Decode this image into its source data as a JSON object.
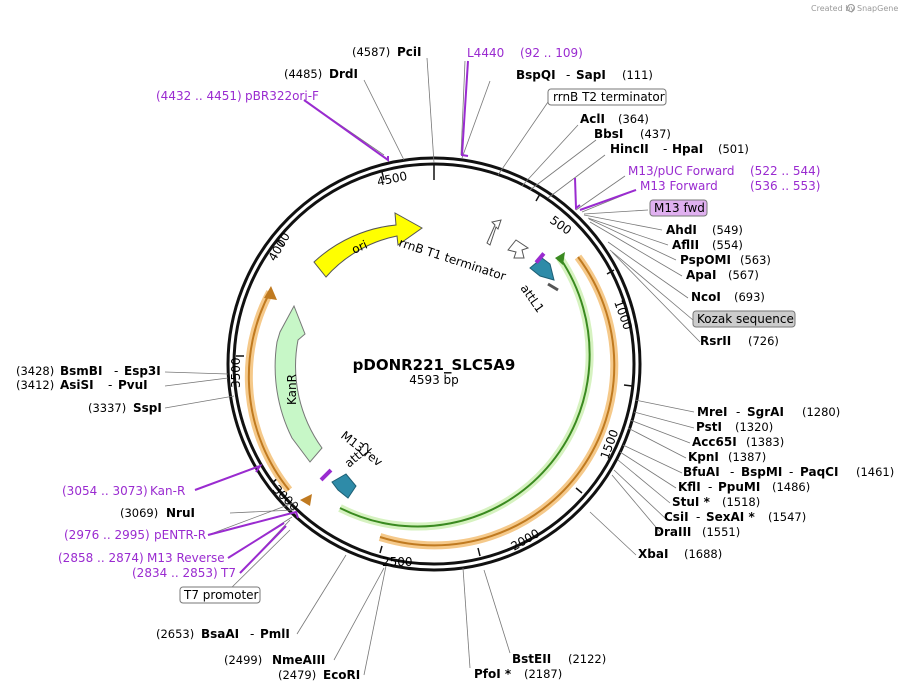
{
  "credit": "Created by",
  "credit_brand": "SnapGene",
  "plasmid": {
    "name": "pDONR221_SLC5A9",
    "size_label": "4593 bp"
  },
  "ticks": [
    "500",
    "1000",
    "1500",
    "2000",
    "2500",
    "3000",
    "3500",
    "4000",
    "4500"
  ],
  "features": {
    "ori": "ori",
    "kanr": "KanR",
    "rrnb_t1": "rrnB T1 terminator",
    "attl1": "attL1",
    "attl2": "attL2",
    "m13rev": "M13 rev"
  },
  "boxed": {
    "rrnb_t2": "rrnB T2 terminator",
    "m13fwd": "M13 fwd",
    "kozak": "Kozak sequence",
    "t7prom": "T7 promoter"
  },
  "sites": {
    "pcii": {
      "name": "PciI",
      "pos": "(4587)"
    },
    "drdi": {
      "name": "DrdI",
      "pos": "(4485)"
    },
    "bspqi": {
      "name": "BspQI",
      "name2": "SapI",
      "pos": "(111)"
    },
    "acli": {
      "name": "AclI",
      "pos": "(364)"
    },
    "bbsi": {
      "name": "BbsI",
      "pos": "(437)"
    },
    "hincii": {
      "name": "HincII",
      "name2": "HpaI",
      "pos": "(501)"
    },
    "ahdi": {
      "name": "AhdI",
      "pos": "(549)"
    },
    "aflii": {
      "name": "AflII",
      "pos": "(554)"
    },
    "pspomi": {
      "name": "PspOMI",
      "pos": "(563)"
    },
    "apai": {
      "name": "ApaI",
      "pos": "(567)"
    },
    "ncoi": {
      "name": "NcoI",
      "pos": "(693)"
    },
    "rsrii": {
      "name": "RsrII",
      "pos": "(726)"
    },
    "mrei": {
      "name": "MreI",
      "name2": "SgrAI",
      "pos": "(1280)"
    },
    "psti": {
      "name": "PstI",
      "pos": "(1320)"
    },
    "acc65i": {
      "name": "Acc65I",
      "pos": "(1383)"
    },
    "kpni": {
      "name": "KpnI",
      "pos": "(1387)"
    },
    "bfuai": {
      "name": "BfuAI",
      "name2": "BspMI",
      "name3": "PaqCI",
      "pos": "(1461)"
    },
    "kfli": {
      "name": "KflI",
      "name2": "PpuMI",
      "pos": "(1486)"
    },
    "stui": {
      "name": "StuI *",
      "pos": "(1518)"
    },
    "csii": {
      "name": "CsiI",
      "name2": "SexAI *",
      "pos": "(1547)"
    },
    "draiii": {
      "name": "DraIII",
      "pos": "(1551)"
    },
    "xbai": {
      "name": "XbaI",
      "pos": "(1688)"
    },
    "bsteii": {
      "name": "BstEII",
      "pos": "(2122)"
    },
    "pfoi": {
      "name": "PfoI *",
      "pos": "(2187)"
    },
    "ecori": {
      "name": "EcoRI",
      "pos": "(2479)"
    },
    "nmeaiii": {
      "name": "NmeAIII",
      "pos": "(2499)"
    },
    "bsaai": {
      "name": "BsaAI",
      "name2": "PmlI",
      "pos": "(2653)"
    },
    "nrui": {
      "name": "NruI",
      "pos": "(3069)"
    },
    "sspi": {
      "name": "SspI",
      "pos": "(3337)"
    },
    "asisi": {
      "name": "AsiSI",
      "name2": "PvuI",
      "pos": "(3412)"
    },
    "bsmbi": {
      "name": "BsmBI",
      "name2": "Esp3I",
      "pos": "(3428)"
    }
  },
  "primers": {
    "l4440": {
      "name": "L4440",
      "pos": "(92 .. 109)"
    },
    "pbr322": {
      "name": "pBR322ori-F",
      "pos": "(4432 .. 4451)"
    },
    "m13puc": {
      "name": "M13/pUC Forward",
      "pos": "(522 .. 544)"
    },
    "m13fwd": {
      "name": "M13 Forward",
      "pos": "(536 .. 553)"
    },
    "kanr": {
      "name": "Kan-R",
      "pos": "(3054 .. 3073)"
    },
    "pentr": {
      "name": "pENTR-R",
      "pos": "(2976 .. 2995)"
    },
    "m13rev": {
      "name": "M13 Reverse",
      "pos": "(2858 .. 2874)"
    },
    "t7": {
      "name": "T7",
      "pos": "(2834 .. 2853)"
    }
  },
  "colors": {
    "backbone": "#111111",
    "ori": "#ffff00",
    "kanr": "#c7f7c7",
    "att": "#2e8ba8",
    "primer": "#9a2bd0",
    "orange_arc": "#f0a040",
    "green_arc": "#7ec850",
    "m13fwd_box": "#e0b0f0",
    "kozak_box": "#cccccc"
  }
}
